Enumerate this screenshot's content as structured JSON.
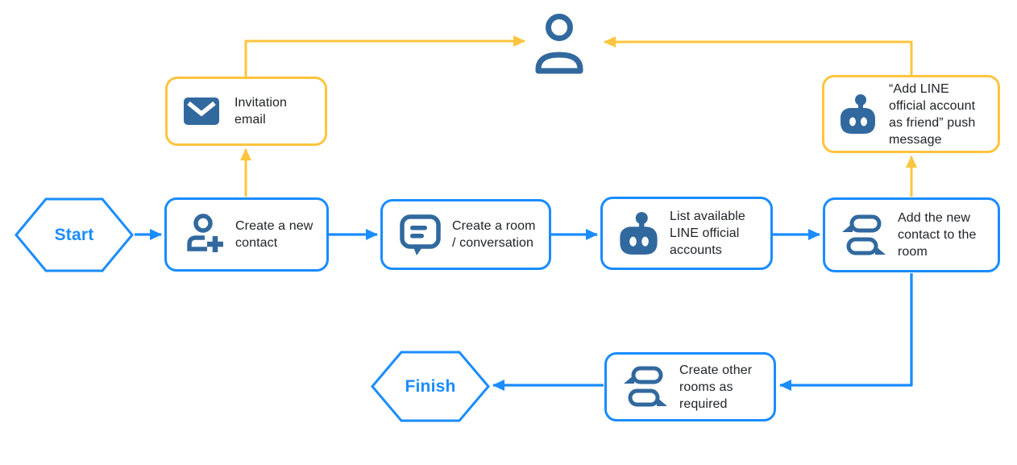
{
  "diagram": {
    "type": "flowchart",
    "colors": {
      "flow_blue": "#1a8cff",
      "icon_blue": "#31699e",
      "notify_yellow": "#ffc43d",
      "text_color": "#212329",
      "bg": "#ffffff"
    },
    "nodes": {
      "start": {
        "shape": "hexagon",
        "label": "Start"
      },
      "create_contact": {
        "shape": "rounded-box",
        "icon": "person-add-icon",
        "label": "Create a new\ncontact"
      },
      "create_room": {
        "shape": "rounded-box",
        "icon": "chat-bubble-icon",
        "label": "Create a room\n/ conversation"
      },
      "list_accounts": {
        "shape": "rounded-box",
        "icon": "bot-icon",
        "label": "List available\nLINE official\naccounts"
      },
      "add_contact_room": {
        "shape": "rounded-box",
        "icon": "rooms-icon",
        "label": "Add the new\ncontact to the\nroom"
      },
      "invitation_email": {
        "shape": "rounded-box-alert",
        "icon": "email-icon",
        "label": "Invitation\nemail"
      },
      "push_message": {
        "shape": "rounded-box-alert",
        "icon": "bot-icon",
        "label": "“Add LINE\nofficial account\nas friend” push\nmessage"
      },
      "user": {
        "shape": "icon-only",
        "icon": "person-icon",
        "label": ""
      },
      "create_other_rooms": {
        "shape": "rounded-box",
        "icon": "rooms-icon",
        "label": "Create other\nrooms as\nrequired"
      },
      "finish": {
        "shape": "hexagon",
        "label": "Finish"
      }
    },
    "edges": [
      {
        "from": "start",
        "to": "create_contact",
        "color": "blue"
      },
      {
        "from": "create_contact",
        "to": "create_room",
        "color": "blue"
      },
      {
        "from": "create_room",
        "to": "list_accounts",
        "color": "blue"
      },
      {
        "from": "list_accounts",
        "to": "add_contact_room",
        "color": "blue"
      },
      {
        "from": "add_contact_room",
        "to": "create_other_rooms",
        "color": "blue"
      },
      {
        "from": "create_other_rooms",
        "to": "finish",
        "color": "blue"
      },
      {
        "from": "create_contact",
        "to": "invitation_email",
        "color": "yellow"
      },
      {
        "from": "invitation_email",
        "to": "user",
        "color": "yellow"
      },
      {
        "from": "add_contact_room",
        "to": "push_message",
        "color": "yellow"
      },
      {
        "from": "push_message",
        "to": "user",
        "color": "yellow"
      }
    ]
  }
}
